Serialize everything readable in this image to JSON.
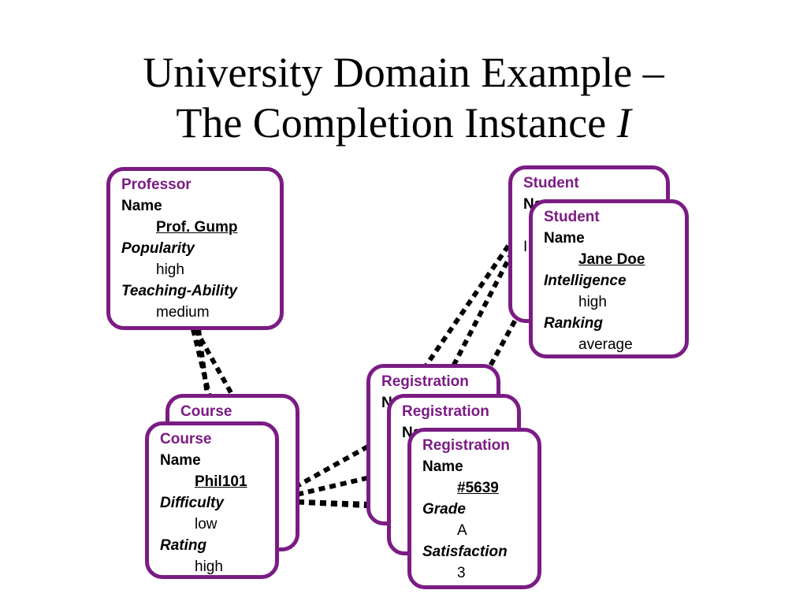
{
  "title": {
    "line1": "University Domain Example –",
    "line2": "The Completion Instance ",
    "italic": "I"
  },
  "professor": {
    "type": "Professor",
    "name_label": "Name",
    "name": "Prof. Gump",
    "attr1_label": "Popularity",
    "attr1_value": "high",
    "attr2_label": "Teaching-Ability",
    "attr2_value": "medium"
  },
  "course_back": {
    "type": "Course"
  },
  "course": {
    "type": "Course",
    "name_label": "Name",
    "name": "Phil101",
    "attr1_label": "Difficulty",
    "attr1_value": "low",
    "attr2_label": "Rating",
    "attr2_value": "high"
  },
  "student_back": {
    "type": "Student",
    "partial": "Na",
    "partial2": "I"
  },
  "student": {
    "type": "Student",
    "name_label": "Name",
    "name": "Jane Doe",
    "attr1_label": "Intelligence",
    "attr1_value": "high",
    "attr2_label": "Ranking",
    "attr2_value": "average"
  },
  "registration_back1": {
    "type": "Registration",
    "partial": "N"
  },
  "registration_back2": {
    "type": "Registration",
    "partial": "Na"
  },
  "registration": {
    "type": "Registration",
    "name_label": "Name",
    "name": "#5639",
    "attr1_label": "Grade",
    "attr1_value": "A",
    "attr2_label": "Satisfaction",
    "attr2_value": "3"
  }
}
